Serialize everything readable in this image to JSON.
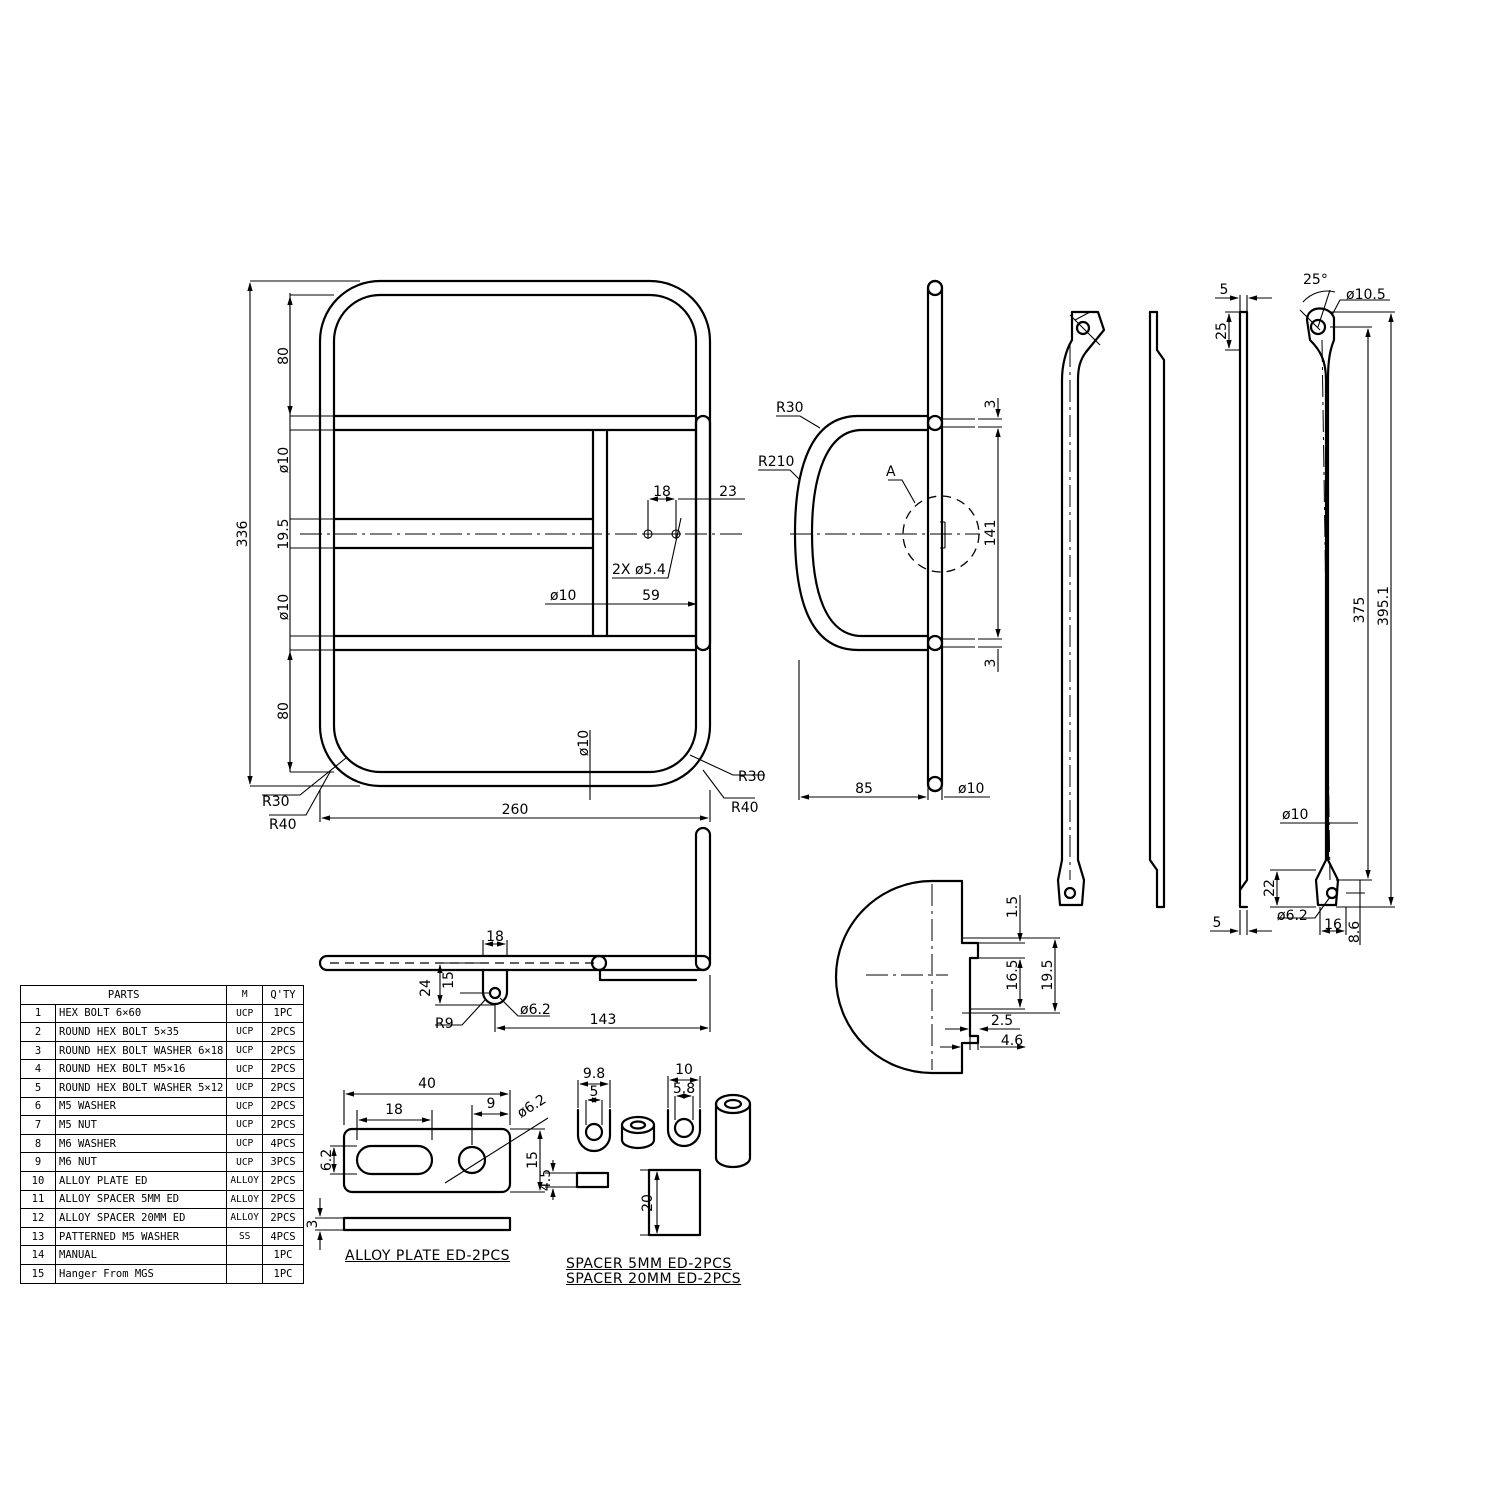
{
  "front_view": {
    "overall_height": "336",
    "top_gap": "80",
    "bottom_gap": "80",
    "tube_dia_1": "ø10",
    "mid_spacing": "19.5",
    "tube_dia_2": "ø10",
    "bottom_tube_dia": "ø10",
    "hole_offset_a": "18",
    "hole_offset_b": "23",
    "hole_callout": "2X ø5.4",
    "bar_dia": "ø10",
    "bar_offset": "59",
    "radius_inner_left": "R30",
    "radius_outer_left": "R40",
    "radius_inner_right": "R30",
    "radius_outer_right": "R40",
    "width": "260"
  },
  "side_view": {
    "radius_top": "R30",
    "radius_large": "R210",
    "detail_label": "A",
    "dim_top_small": "3",
    "dim_span": "141",
    "dim_bottom_small": "3",
    "depth": "85",
    "tube_dia": "ø10"
  },
  "strut_view": {
    "width_top": "5",
    "height_top": "25",
    "angle": "25°",
    "eye_dia": "ø10.5",
    "length_inner": "375",
    "length_total": "395.1",
    "strut_dia": "ø10",
    "foot_height": "22",
    "width_bottom": "5",
    "foot_hole": "ø6.2",
    "foot_width": "16",
    "foot_offset": "8.6"
  },
  "top_view": {
    "tab_width": "18",
    "tab_depth": "24",
    "tab_hole_offset": "15",
    "tab_radius": "R9",
    "tab_hole": "ø6.2",
    "tab_position": "143"
  },
  "detail_a": {
    "dim_1": "1.5",
    "dim_2": "16.5",
    "dim_3": "19.5",
    "dim_4": "2.5",
    "dim_5": "4.6"
  },
  "alloy_plate": {
    "length": "40",
    "slot_length": "18",
    "hole_offset": "9",
    "hole_dia": "ø6.2",
    "slot_width": "6.2",
    "plate_height": "15",
    "thickness": "3",
    "caption": "ALLOY PLATE ED-2PCS"
  },
  "spacers": {
    "s1_outer": "9.8",
    "s1_inner": "5",
    "s2_outer": "10",
    "s2_inner": "5.8",
    "s1_length": "4.5",
    "s2_length": "20",
    "caption_1": "SPACER 5MM ED-2PCS",
    "caption_2": "SPACER 20MM ED-2PCS"
  },
  "parts_table": {
    "headers": [
      "PARTS",
      "M",
      "Q'TY"
    ],
    "rows": [
      {
        "no": "1",
        "name": "HEX BOLT 6×60",
        "m": "UCP",
        "qty": "1PC"
      },
      {
        "no": "2",
        "name": "ROUND HEX BOLT 5×35",
        "m": "UCP",
        "qty": "2PCS"
      },
      {
        "no": "3",
        "name": "ROUND HEX BOLT WASHER 6×18",
        "m": "UCP",
        "qty": "2PCS"
      },
      {
        "no": "4",
        "name": "ROUND HEX BOLT M5×16",
        "m": "UCP",
        "qty": "2PCS"
      },
      {
        "no": "5",
        "name": "ROUND HEX BOLT WASHER 5×12",
        "m": "UCP",
        "qty": "2PCS"
      },
      {
        "no": "6",
        "name": "M5 WASHER",
        "m": "UCP",
        "qty": "2PCS"
      },
      {
        "no": "7",
        "name": "M5 NUT",
        "m": "UCP",
        "qty": "2PCS"
      },
      {
        "no": "8",
        "name": "M6 WASHER",
        "m": "UCP",
        "qty": "4PCS"
      },
      {
        "no": "9",
        "name": "M6 NUT",
        "m": "UCP",
        "qty": "3PCS"
      },
      {
        "no": "10",
        "name": "ALLOY PLATE ED",
        "m": "ALLOY",
        "qty": "2PCS"
      },
      {
        "no": "11",
        "name": "ALLOY SPACER 5MM ED",
        "m": "ALLOY",
        "qty": "2PCS"
      },
      {
        "no": "12",
        "name": "ALLOY SPACER 20MM ED",
        "m": "ALLOY",
        "qty": "2PCS"
      },
      {
        "no": "13",
        "name": "PATTERNED M5 WASHER",
        "m": "SS",
        "qty": "4PCS"
      },
      {
        "no": "14",
        "name": "MANUAL",
        "m": "",
        "qty": "1PC"
      },
      {
        "no": "15",
        "name": "Hanger From MGS",
        "m": "",
        "qty": "1PC"
      }
    ]
  }
}
